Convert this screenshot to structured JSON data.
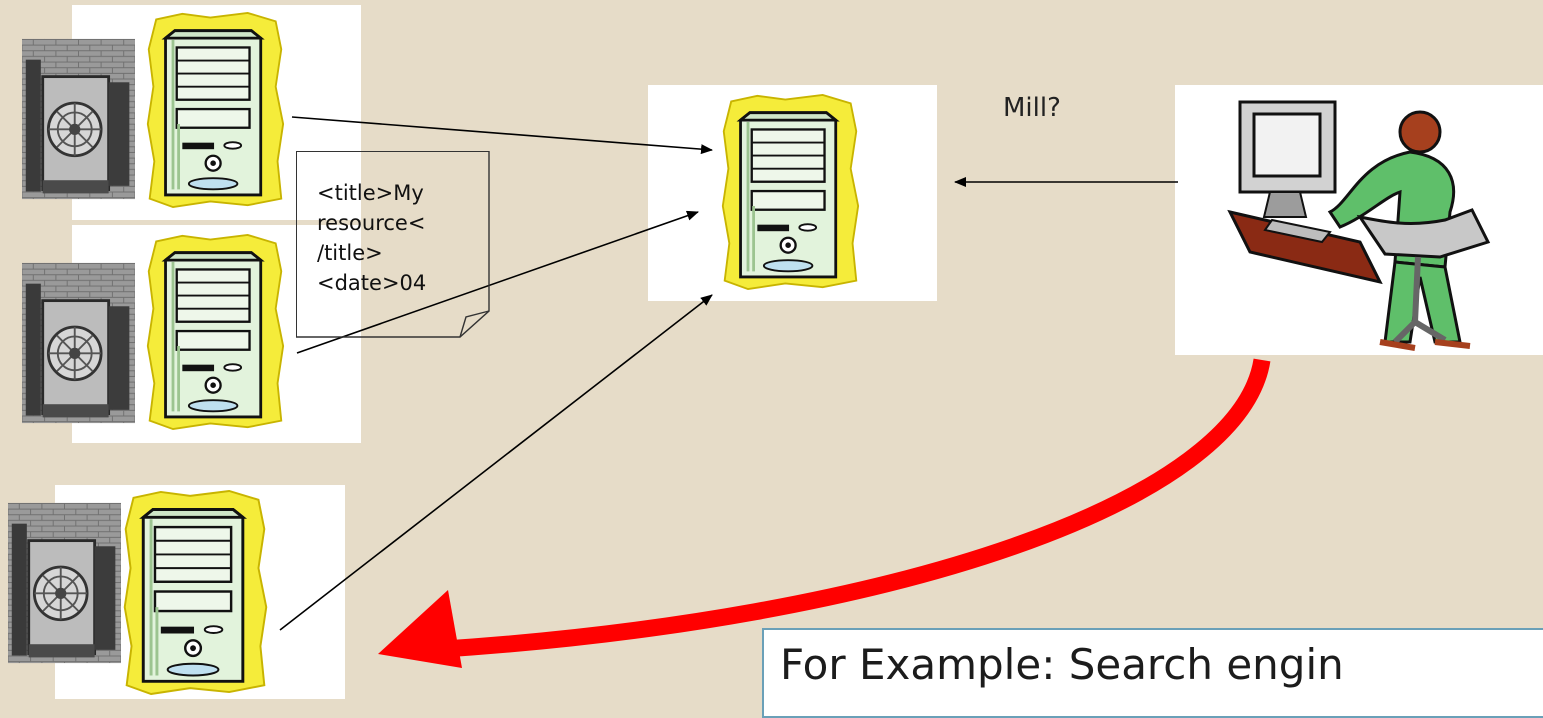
{
  "query_label": "Mill?",
  "metadata_record": {
    "lines": [
      "<title>My",
      "resource<",
      "/title>",
      "<date>04"
    ]
  },
  "example_caption": "For Example: Search engin",
  "colors": {
    "background": "#e6dcc8",
    "big_arrow": "#ff0000",
    "caption_border": "#6aa0b8",
    "server_body": "#e2f3dc",
    "server_halo": "#f5ec3a"
  },
  "icons": {
    "data_provider_photo": "windmill-photo-icon",
    "server": "server-tower-icon",
    "user": "user-at-computer-icon"
  }
}
